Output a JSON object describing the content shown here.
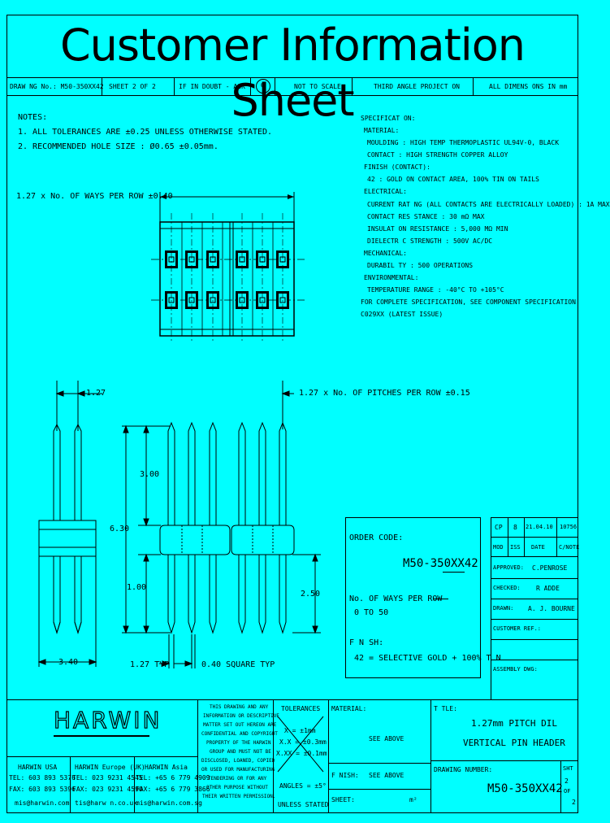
{
  "title": "Customer Information Sheet",
  "header_row": {
    "drawing_no": "DRAW NG No.: M50-350XX42",
    "sheet": "SHEET 2 OF 2",
    "if_in_doubt": "IF IN DOUBT - ASK",
    "copyright": "©",
    "scale": "NOT TO SCALE",
    "projection": "THIRD ANGLE PROJECT ON",
    "units": "ALL DIMENS ONS IN mm"
  },
  "notes": {
    "heading": "NOTES:",
    "items": [
      "1. ALL TOLERANCES ARE ±0.25 UNLESS OTHERWISE STATED.",
      "2. RECOMMENDED HOLE SIZE : Ø0.65 ±0.05mm."
    ]
  },
  "specification": [
    "SPECIFICAT ON:",
    "MATERIAL:",
    "MOULDING : HIGH TEMP THERMOPLASTIC UL94V-0, BLACK",
    "CONTACT : HIGH STRENGTH COPPER ALLOY",
    "FINISH (CONTACT):",
    "42 : GOLD ON CONTACT AREA, 100% TIN ON TAILS",
    "ELECTRICAL:",
    "CURRENT RAT NG (ALL CONTACTS ARE ELECTRICALLY LOADED) : 1A MAX",
    "CONTACT RES STANCE : 30 mΩ MAX",
    "INSULAT ON RESISTANCE : 5,000 MΩ MIN",
    "DIELECTR C STRENGTH : 500V AC/DC",
    "MECHANICAL:",
    "DURABIL TY : 500 OPERATIONS",
    "ENVIRONMENTAL:",
    "TEMPERATURE RANGE : -40°C TO +105°C",
    "FOR COMPLETE SPECIFICATION, SEE COMPONENT SPECIFICATION",
    "C029XX (LATEST ISSUE)"
  ],
  "dimensions": {
    "top_width": "1.27 x No. OF WAYS PER ROW ±0.40",
    "pitch_left": "1.27",
    "pitch_row": "1.27 x No. OF PITCHES PER ROW ±0.15",
    "d300": "3.00",
    "d630": "6.30",
    "d100": "1.00",
    "d250": "2.50",
    "d340": "3.40",
    "d127typ": "1.27 TYP",
    "d040": "0.40 SQUARE TYP"
  },
  "order": {
    "label": "ORDER CODE:",
    "code": "M50-350XX42",
    "ways_label": "No. OF WAYS PER ROW",
    "ways_range": "0  TO 50",
    "finish_label": "F N SH:",
    "finish_value": "42 = SELECTIVE GOLD + 100% T N"
  },
  "revision": {
    "cp": "CP",
    "rev": "8",
    "date": "21.04.10",
    "ecn": "10756",
    "h_by": "MOD",
    "h_iss": "ISS",
    "h_date": "DATE",
    "h_cn": "C/NOTE"
  },
  "approvals": [
    {
      "label": "APPROVED:",
      "value": "C.PENROSE"
    },
    {
      "label": "CHECKED:",
      "value": "R ADDE"
    },
    {
      "label": "DRAWN:",
      "value": "A. J. BOURNE"
    },
    {
      "label": "CUSTOMER REF.:",
      "value": ""
    },
    {
      "label": "ASSEMBLY DWG:",
      "value": ""
    }
  ],
  "footer": {
    "logo": "HARWIN",
    "offices": [
      {
        "name": "HARWIN USA",
        "tel": "TEL: 603 893 5376",
        "fax": "FAX: 603 893 5396",
        "email": "mis@harwin.com"
      },
      {
        "name": "HARWIN Europe (UK)",
        "tel": "TEL: 023 9231 4545",
        "fax": "FAX: 023 9231 4590",
        "email": "tis@harw n.co.uk"
      },
      {
        "name": "HARWIN Asia",
        "tel": "TEL: +65 6 779 4909",
        "fax": "FAX: +65 6 779 3866",
        "email": "mis@harwin.com.sg"
      }
    ],
    "confidential": [
      "THIS DRAWING AND ANY",
      "INFORMATION OR DESCRIPTIVE",
      "MATTER SET OUT HEREON ARE",
      "CONFIDENTIAL AND COPYRIGHT",
      "PROPERTY OF THE HARWIN",
      "GROUP AND MUST NOT BE",
      "DISCLOSED, LOANED, COPIED",
      "OR USED FOR MANUFACTURING",
      "TENDERING OR FOR ANY",
      "OTHER PURPOSE WITHOUT",
      "THEIR WRITTEN PERMISSION."
    ],
    "tolerances": {
      "label": "TOLERANCES",
      "x": "X = ±1mm",
      "xx": "X.X = ±0.3mm",
      "xxx": "X.XX = ±0.1mm",
      "angles": "ANGLES = ±5°",
      "unless": "UNLESS STATED"
    },
    "material_label": "MATERIAL:",
    "material_value": "SEE ABOVE",
    "finish_label": "F NISH:",
    "finish_value": "SEE ABOVE",
    "sheet_label": "SHEET:",
    "area_unit": "m²",
    "title_label": "T TLE:",
    "title_line1": "1.27mm PITCH DIL",
    "title_line2": "VERTICAL PIN HEADER",
    "drawing_label": "DRAWING NUMBER:",
    "drawing_number": "M50-350XX42",
    "sht_label": "SHT",
    "sht_num": "2",
    "sht_of": "OF",
    "sht_total": "2"
  }
}
